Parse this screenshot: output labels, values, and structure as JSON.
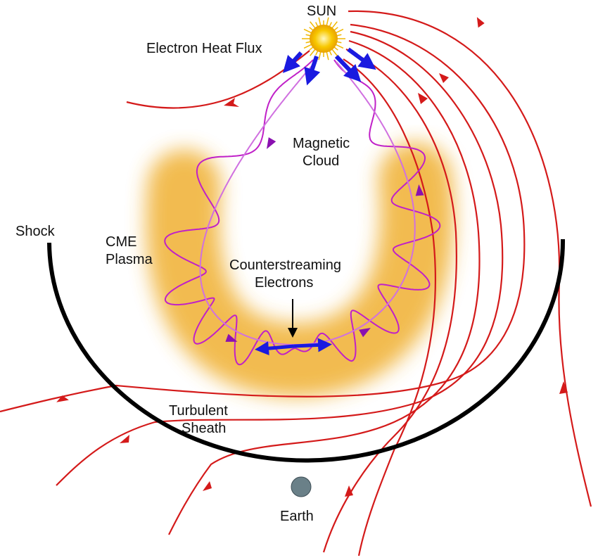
{
  "labels": {
    "sun": "SUN",
    "heat_flux": "Electron Heat Flux",
    "magnetic_cloud_1": "Magnetic",
    "magnetic_cloud_2": "Cloud",
    "shock": "Shock",
    "cme_1": "CME",
    "cme_2": "Plasma",
    "counter_1": "Counterstreaming",
    "counter_2": "Electrons",
    "sheath_1": "Turbulent",
    "sheath_2": "Sheath",
    "earth": "Earth"
  },
  "colors": {
    "field_line": "#d41a1a",
    "helix": "#c020c8",
    "helix_light": "#d070e0",
    "electron_arrow": "#1a1ae0",
    "shock": "#000000",
    "cme": "#f0b030",
    "sun": "#f8c800",
    "earth": "#6a8088"
  }
}
